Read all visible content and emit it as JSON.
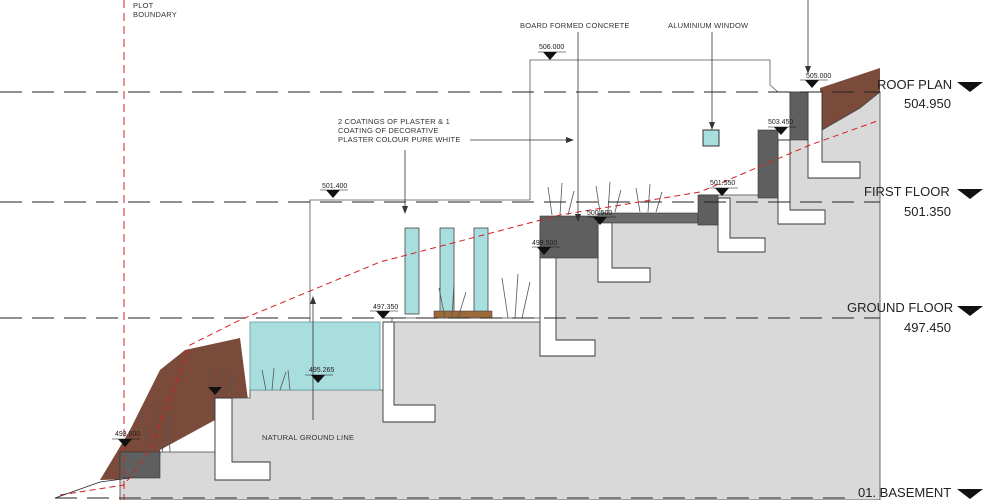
{
  "levels": {
    "roof": {
      "label": "ROOF PLAN",
      "value": "504.950"
    },
    "first": {
      "label": "FIRST FLOOR",
      "value": "501.350"
    },
    "ground": {
      "label": "GROUND FLOOR",
      "value": "497.450"
    },
    "basement": {
      "label": "01. BASEMENT"
    }
  },
  "annotations": {
    "plot_boundary_1": "PLOT",
    "plot_boundary_2": "BOUNDARY",
    "board_formed": "BOARD FORMED CONCRETE",
    "aluminium_window": "ALUMINIUM WINDOW",
    "plaster_1": "2 COATINGS OF PLASTER & 1",
    "plaster_2": "COATING OF DECORATIVE",
    "plaster_3": "PLASTER COLOUR PURE WHITE",
    "natural_ground": "NATURAL GROUND LINE"
  },
  "spot_levels": {
    "s506000": "506.000",
    "s505000": "505.000",
    "s503": "503.450",
    "s501550": "501.550",
    "s501400": "501.400",
    "s500": "500.500",
    "s499": "499.500",
    "s497350": "497.350",
    "s495265": "495.265",
    "s493": "493.500"
  },
  "colors": {
    "ground_fill": "#d9d9d9",
    "earth": "#7a4a3a",
    "pool": "#a9dede",
    "dark_concrete": "#5f5f5f",
    "boundary_line": "#d42020"
  }
}
